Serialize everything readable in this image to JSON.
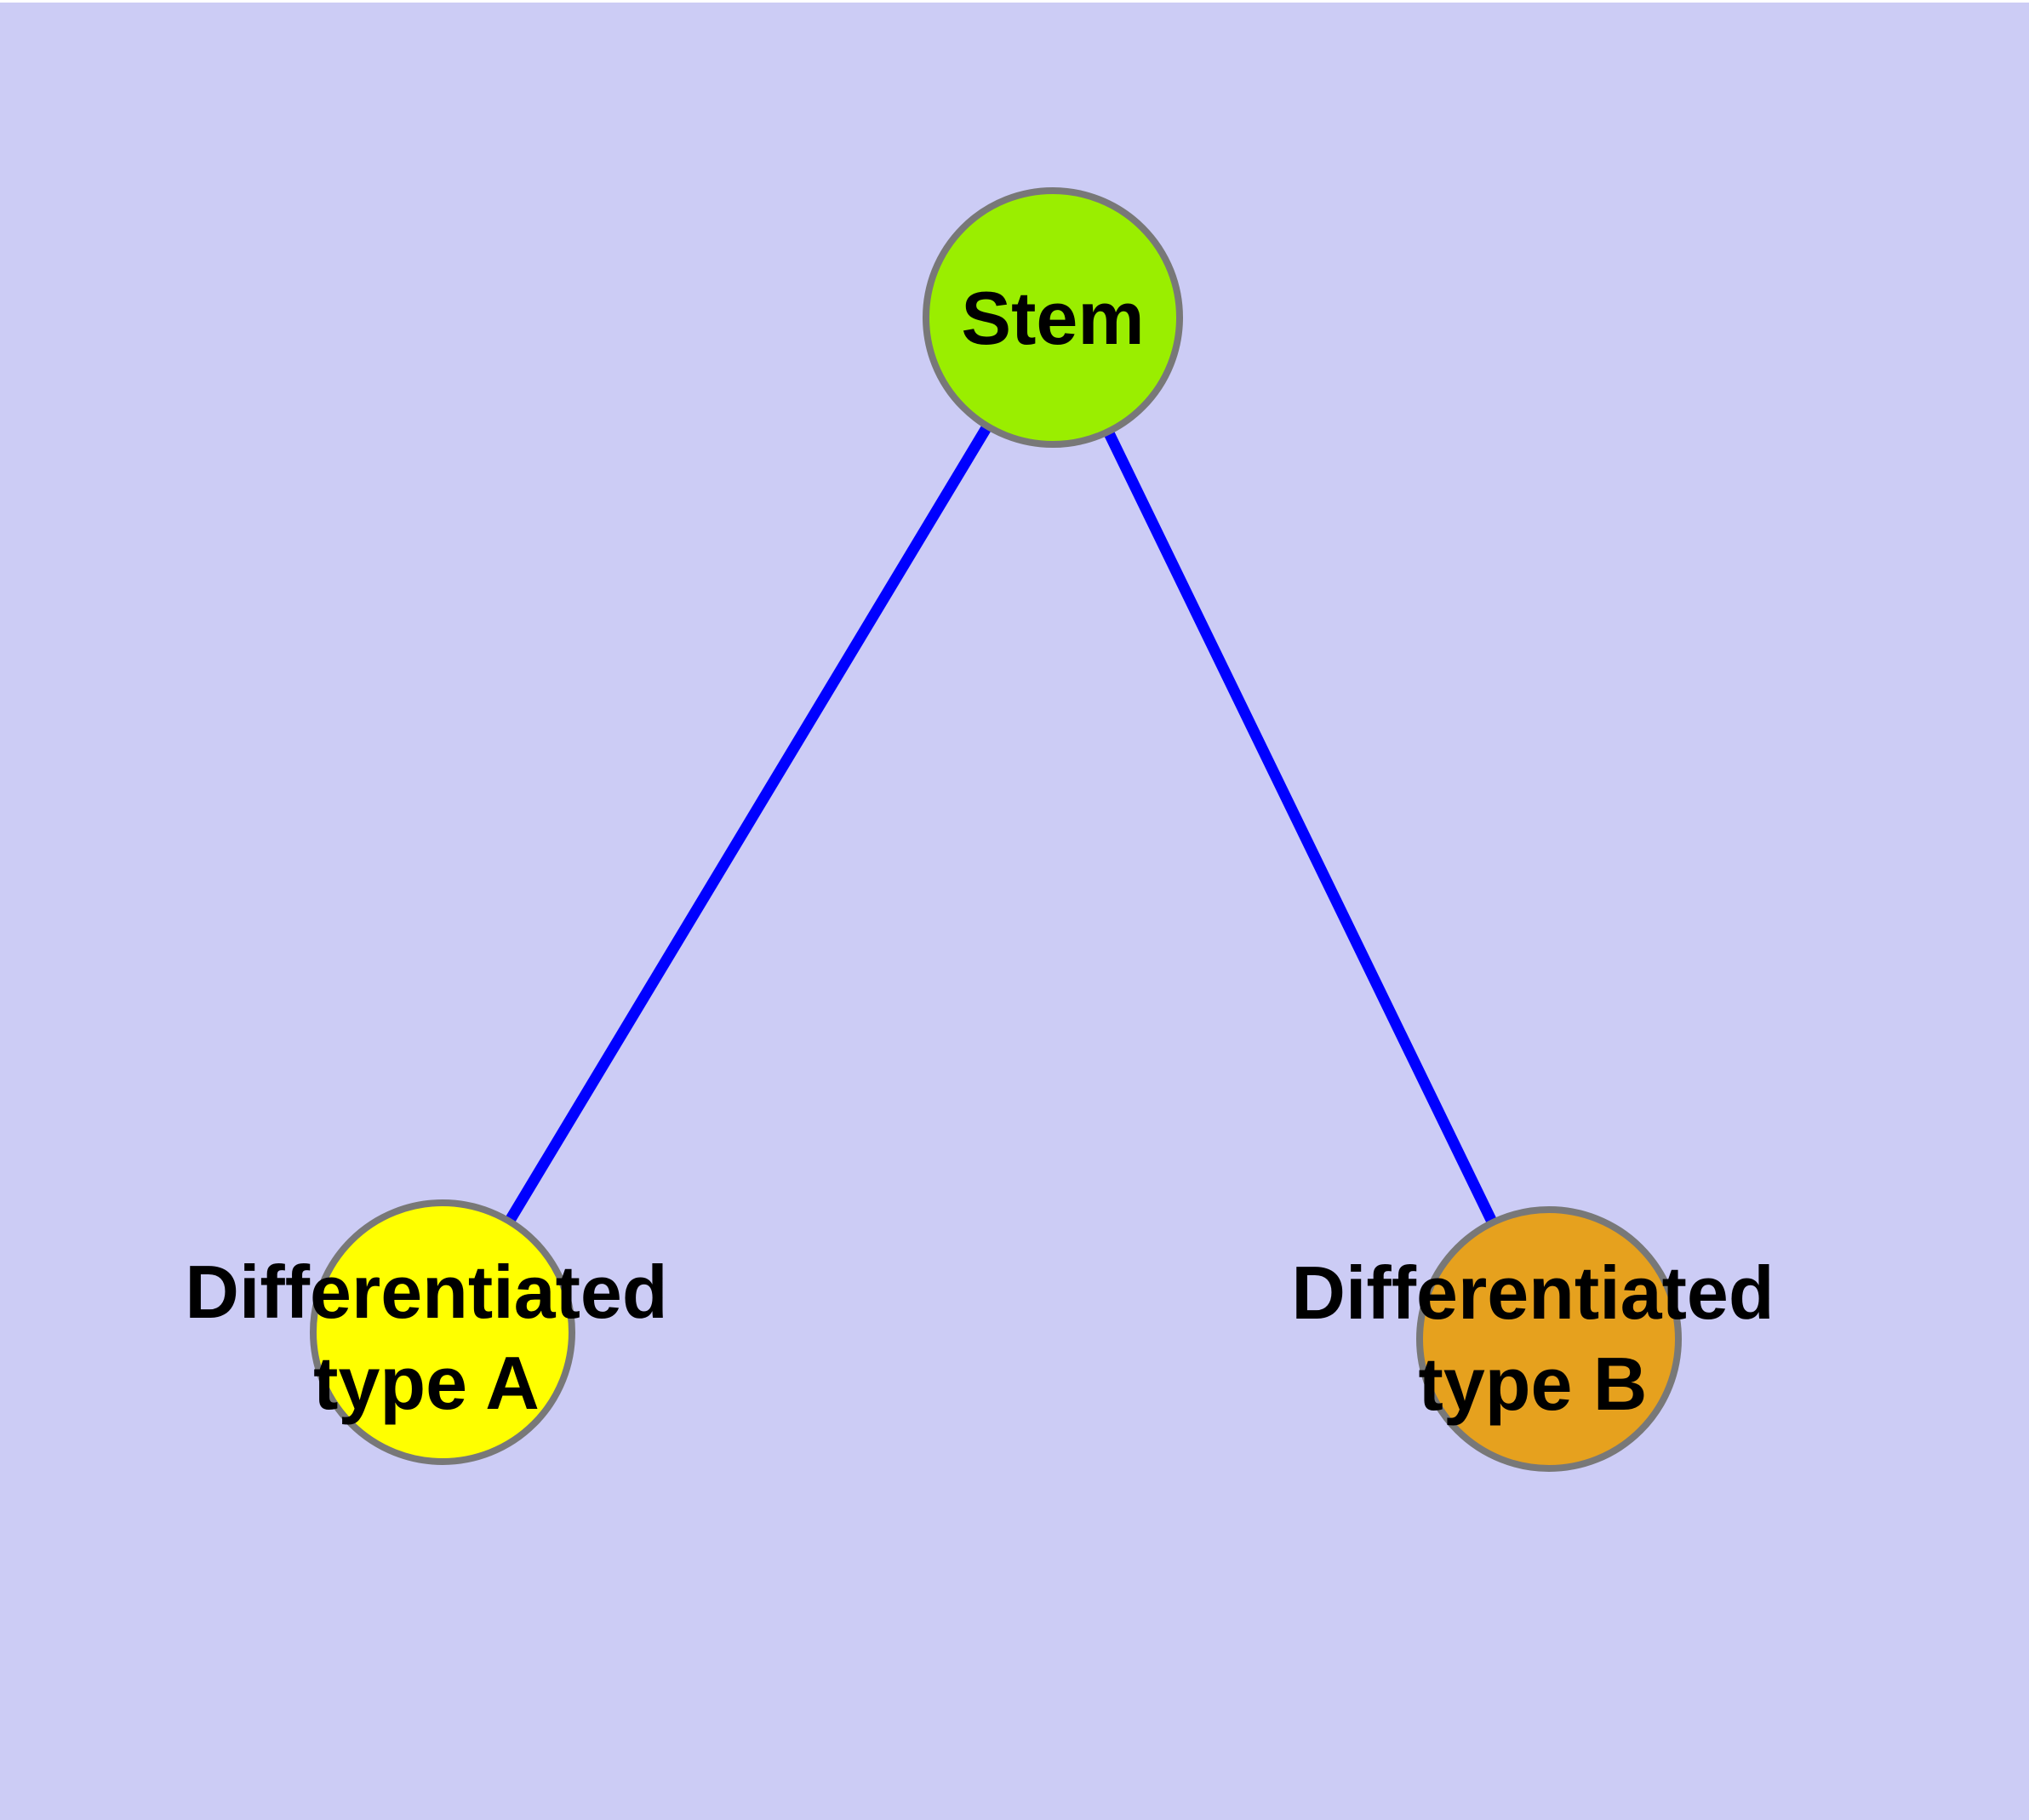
{
  "diagram": {
    "type": "node-link-graph",
    "background_color": "#CCCCF5",
    "top_margin_color": "#FFFFFF",
    "edge_color": "#0000FF",
    "node_border_color": "#787878",
    "text_color": "#000000",
    "nodes": [
      {
        "id": "stem",
        "label": "Stem",
        "label_lines": [
          "Stem"
        ],
        "fill": "#9AEE00"
      },
      {
        "id": "differentiated-type-a",
        "label": "Differentiated type A",
        "label_lines": [
          "Differentiated",
          "type A"
        ],
        "fill": "#FFFF00"
      },
      {
        "id": "differentiated-type-b",
        "label": "Differentiated type B",
        "label_lines": [
          "Differentiated",
          "type B"
        ],
        "fill": "#E6A11E"
      }
    ],
    "edges": [
      {
        "from": "Stem",
        "to": "Differentiated type A"
      },
      {
        "from": "Stem",
        "to": "Differentiated type B"
      }
    ]
  }
}
